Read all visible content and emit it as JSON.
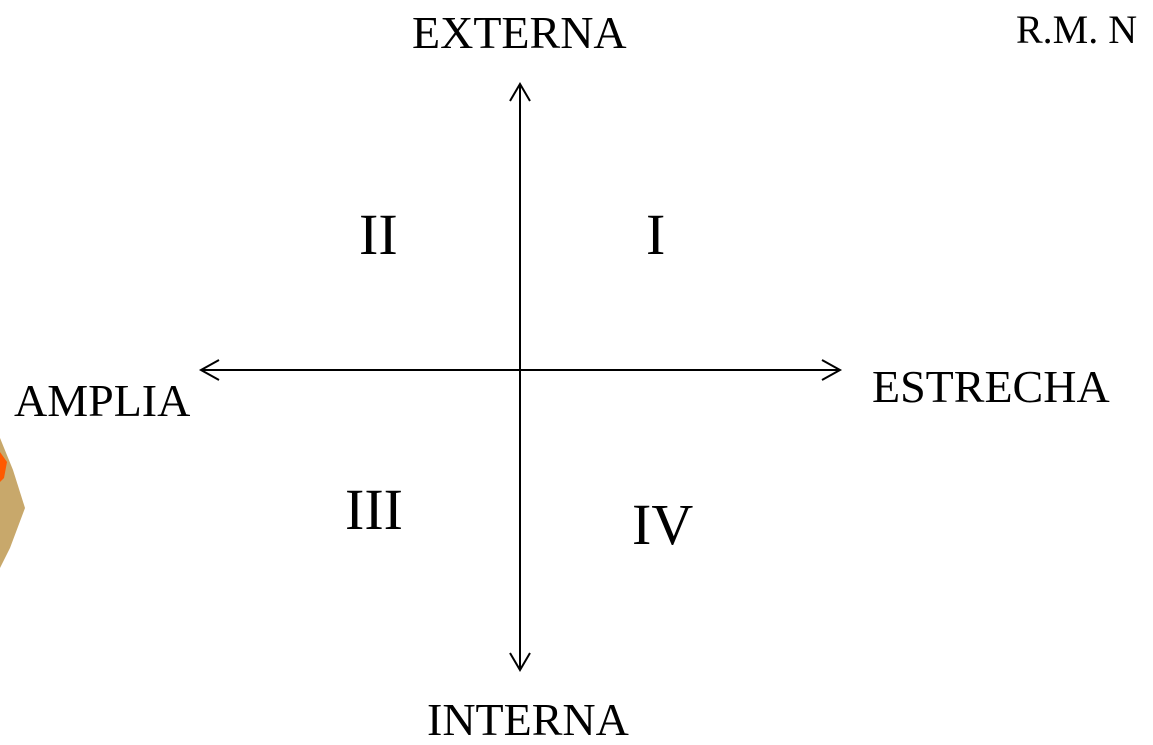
{
  "axes": {
    "top": "EXTERNA",
    "bottom": "INTERNA",
    "left": "AMPLIA",
    "right": "ESTRECHA"
  },
  "quadrants": {
    "q1": "I",
    "q2": "II",
    "q3": "III",
    "q4": "IV"
  },
  "author": "R.M. N",
  "colors": {
    "line": "#000000",
    "decor_tan": "#c8a86b",
    "decor_orange": "#ff5a00"
  }
}
